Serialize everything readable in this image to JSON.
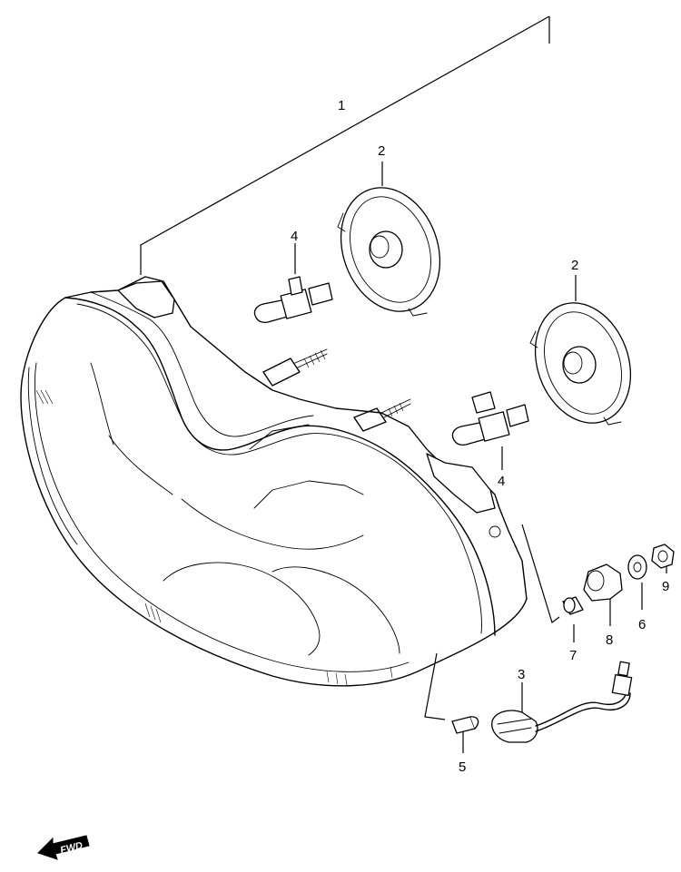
{
  "diagram": {
    "callouts": [
      {
        "id": "1",
        "label": "1"
      },
      {
        "id": "2a",
        "label": "2"
      },
      {
        "id": "2b",
        "label": "2"
      },
      {
        "id": "3",
        "label": "3"
      },
      {
        "id": "4a",
        "label": "4"
      },
      {
        "id": "4b",
        "label": "4"
      },
      {
        "id": "5",
        "label": "5"
      },
      {
        "id": "6",
        "label": "6"
      },
      {
        "id": "7",
        "label": "7"
      },
      {
        "id": "8",
        "label": "8"
      },
      {
        "id": "9",
        "label": "9"
      }
    ],
    "fwd_indicator": {
      "label": "FWD",
      "icon": "forward-arrow-icon"
    }
  }
}
